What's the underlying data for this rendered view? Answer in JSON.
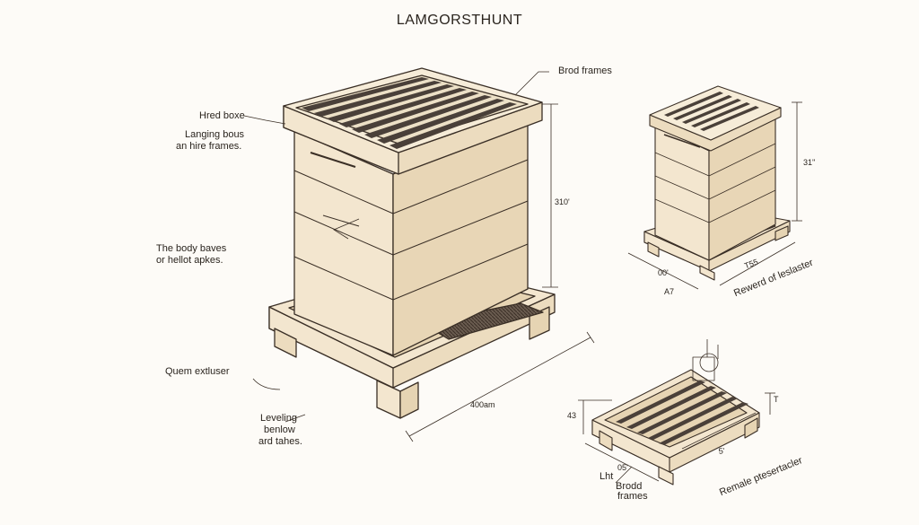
{
  "title": "LAMGORSTHUNT",
  "colors": {
    "wood": "#f3e6cf",
    "wood_shade": "#e6d4b3",
    "wood_dark": "#d8c29b",
    "outline": "#3a2f26",
    "slat": "#4a4039",
    "background": "#fdfbf7"
  },
  "main": {
    "labels": {
      "brood_frames": "Brod frames",
      "hive_box": "Hred boxe",
      "langing_1": "Langing bous",
      "langing_2": "an hire frames.",
      "body_1": "The body baves",
      "body_2": "or hellot apkes.",
      "queen": "Quem extluser",
      "leveling_1": "Leveling",
      "leveling_2": "benlow",
      "leveling_3": "ard tahes."
    },
    "dimensions": {
      "height": "310'",
      "width": "400am"
    }
  },
  "side_view": {
    "height": "31''",
    "depth": "T55",
    "width": "00'",
    "base": "A7",
    "caption": "Rewerd of leslaster"
  },
  "tray_view": {
    "left": "43",
    "right": "T",
    "front": "05'",
    "side": "5'",
    "label_1": "Lht",
    "label_2": "Brodd",
    "label_3": "frames",
    "caption": "Remale ptesertacler"
  }
}
